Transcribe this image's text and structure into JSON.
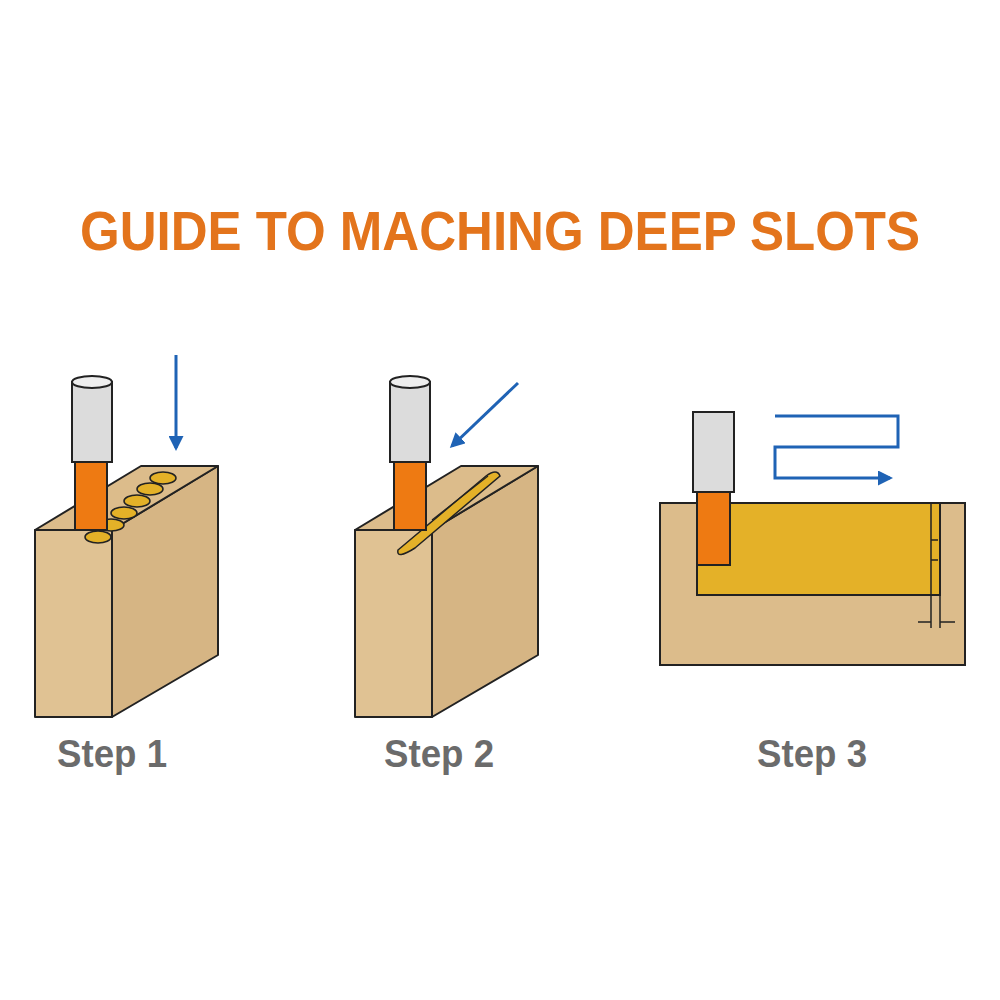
{
  "diagram": {
    "title": "GUIDE TO MACHING DEEP SLOTS",
    "labels": [
      "Step 1",
      "Step 2",
      "Step 3"
    ]
  }
}
